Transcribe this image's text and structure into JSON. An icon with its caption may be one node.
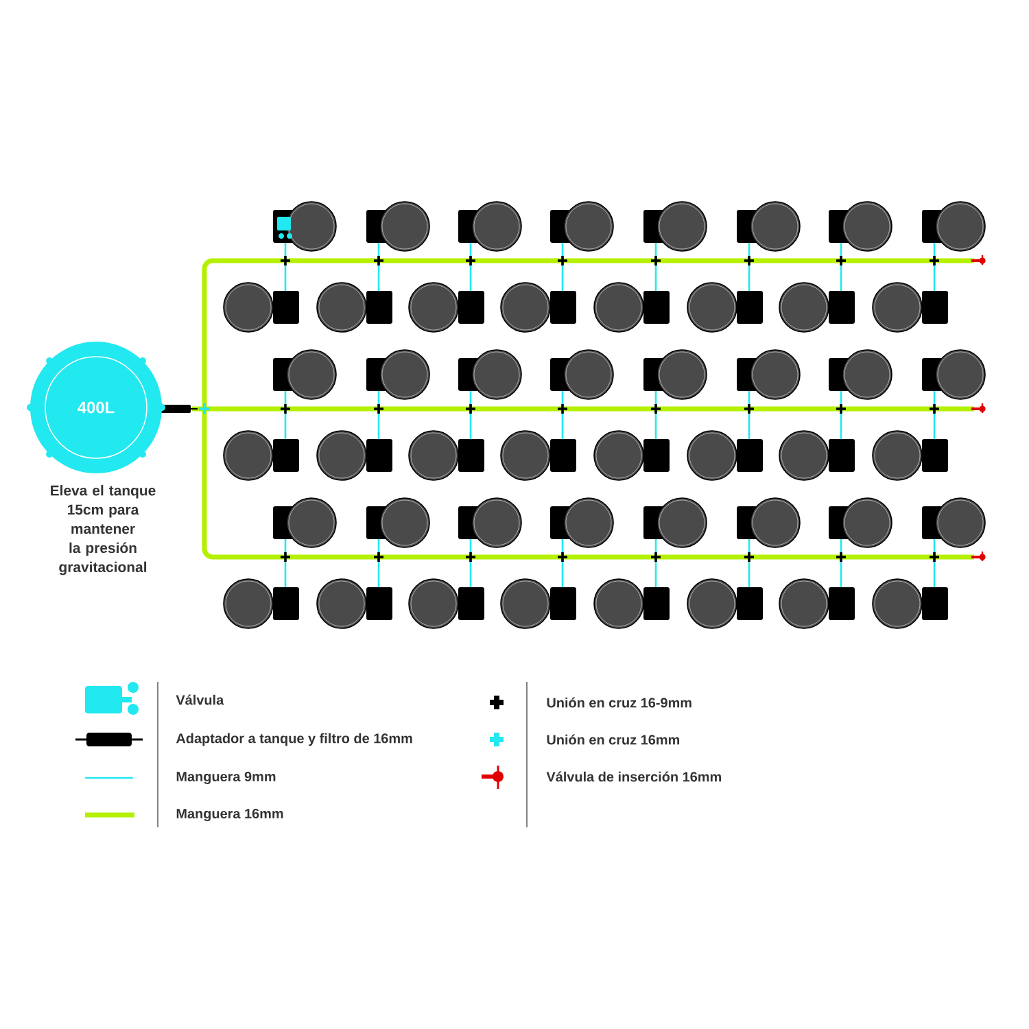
{
  "diagram": {
    "nodes": [
      {
        "text": [
          "400L"
        ],
        "beside": [
          "Eleva el tanque 15cm para mantener la presión gravitacional"
        ]
      }
    ],
    "legend": [
      {
        "text": "Válvula"
      },
      {
        "text": "Adaptador a tanque y filtro de 16mm"
      },
      {
        "text": "Manguera 9mm"
      },
      {
        "text": "Manguera 16mm"
      },
      {
        "text": "Unión en cruz 16-9mm"
      },
      {
        "text": "Unión en cruz 16mm"
      },
      {
        "text": "Válvula de inserción 16mm"
      }
    ]
  }
}
